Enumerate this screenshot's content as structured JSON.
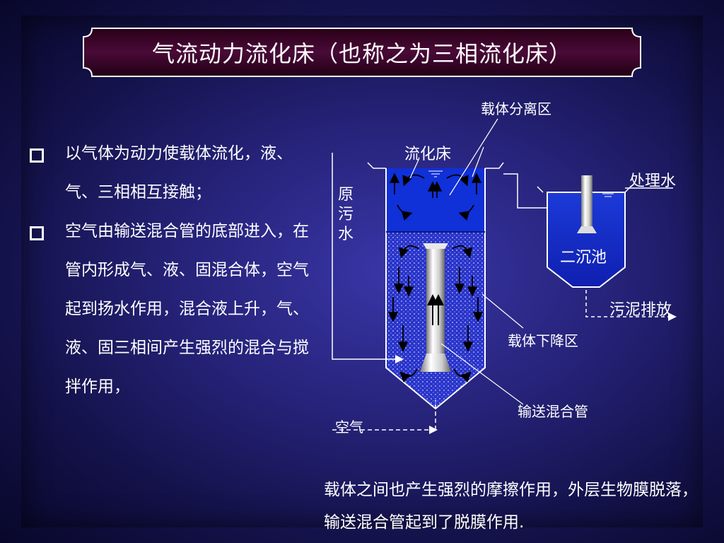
{
  "title": "气流动力流化床（也称之为三相流化床）",
  "bullets": [
    "以气体为动力使载体流化，液、气、三相相互接触；",
    "空气由输送混合管的底部进入，在管内形成气、液、固混合体，空气起到扬水作用，混合液上升，气、液、固三相间产生强烈的混合与搅拌作用，"
  ],
  "diagram": {
    "label_separation_zone": "载体分离区",
    "label_fluidized_bed": "流化床",
    "label_raw_sewage": "原污水",
    "label_treated_water": "处理水",
    "label_secondary_clarifier": "二沉池",
    "label_sludge_discharge": "污泥排放",
    "label_descending_zone": "载体下降区",
    "label_mixing_tube": "输送混合管",
    "label_air": "空气"
  },
  "bottom_text": "载体之间也产生强烈的摩擦作用，外层生物膜脱落，输送混合管起到了脱膜作用."
}
